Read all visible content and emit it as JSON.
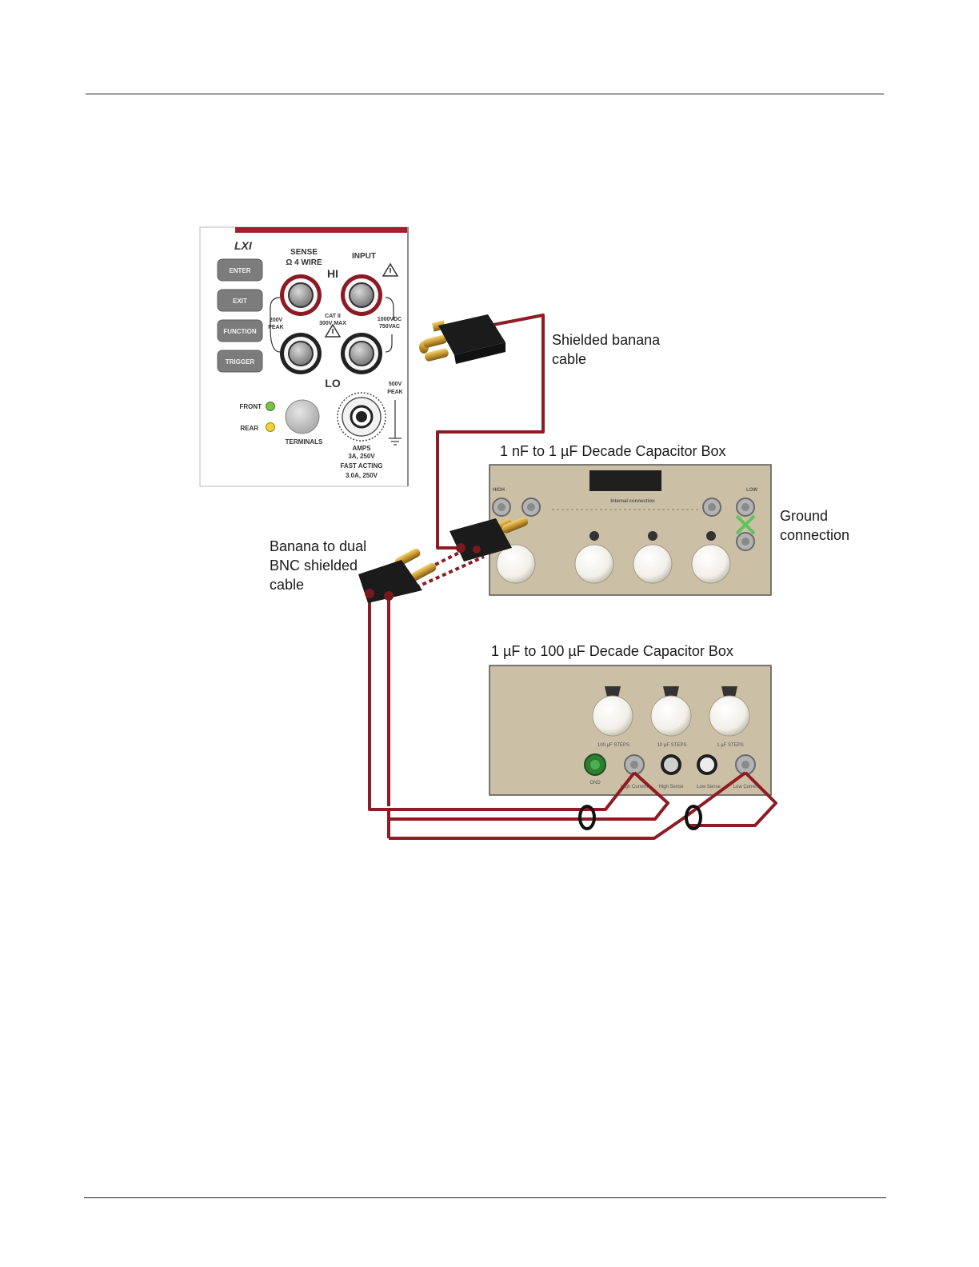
{
  "callouts": {
    "shielded_banana_line1": "Shielded banana",
    "shielded_banana_line2": "cable",
    "banana_dual_line1": "Banana to dual",
    "banana_dual_line2": "BNC shielded",
    "banana_dual_line3": "cable",
    "ground_line1": "Ground",
    "ground_line2": "connection"
  },
  "boxes": {
    "nf_box_title": "1 nF to 1 µF Decade Capacitor Box",
    "nf_high": "HIGH",
    "nf_low": "LOW",
    "nf_internal": "Internal connection",
    "uf_box_title": "1 µF to 100 µF Decade Capacitor Box",
    "uf_step1": "100 µF STEPS",
    "uf_step2": "10 µF STEPS",
    "uf_step3": "1 µF STEPS",
    "uf_gnd": "GND",
    "uf_high_current": "High Current",
    "uf_high_sense": "High Sense",
    "uf_low_sense": "Low Sense",
    "uf_low_current": "Low Current"
  },
  "meter": {
    "logo": "LXI",
    "sense": "SENSE",
    "four_wire": "Ω 4 WIRE",
    "input": "INPUT",
    "hi": "HI",
    "lo": "LO",
    "left_rating_1": "200V",
    "left_rating_2": "PEAK",
    "center_rating_1": "CAT II",
    "center_rating_2": "300V MAX",
    "right_rating_1": "1000VDC",
    "right_rating_2": "750VAC",
    "peak_1": "500V",
    "peak_2": "PEAK",
    "btn_enter": "ENTER",
    "btn_exit": "EXIT",
    "btn_function": "FUNCTION",
    "btn_trigger": "TRIGGER",
    "front": "FRONT",
    "rear": "REAR",
    "terminals": "TERMINALS",
    "amps": "AMPS",
    "amps_r1": "3A, 250V",
    "fast_acting": "FAST ACTING",
    "amps_r2": "3.0A, 250V"
  },
  "colors": {
    "cable_red": "#8e1c24",
    "box_tan": "#cbbfa6",
    "led_green": "#7ac143",
    "led_yellow": "#f2d23a",
    "ground_green": "#5cc45a",
    "meter_red": "#a61e2d"
  },
  "icons": {
    "warning": "warning-triangle-icon",
    "ground": "ground-symbol-icon"
  }
}
